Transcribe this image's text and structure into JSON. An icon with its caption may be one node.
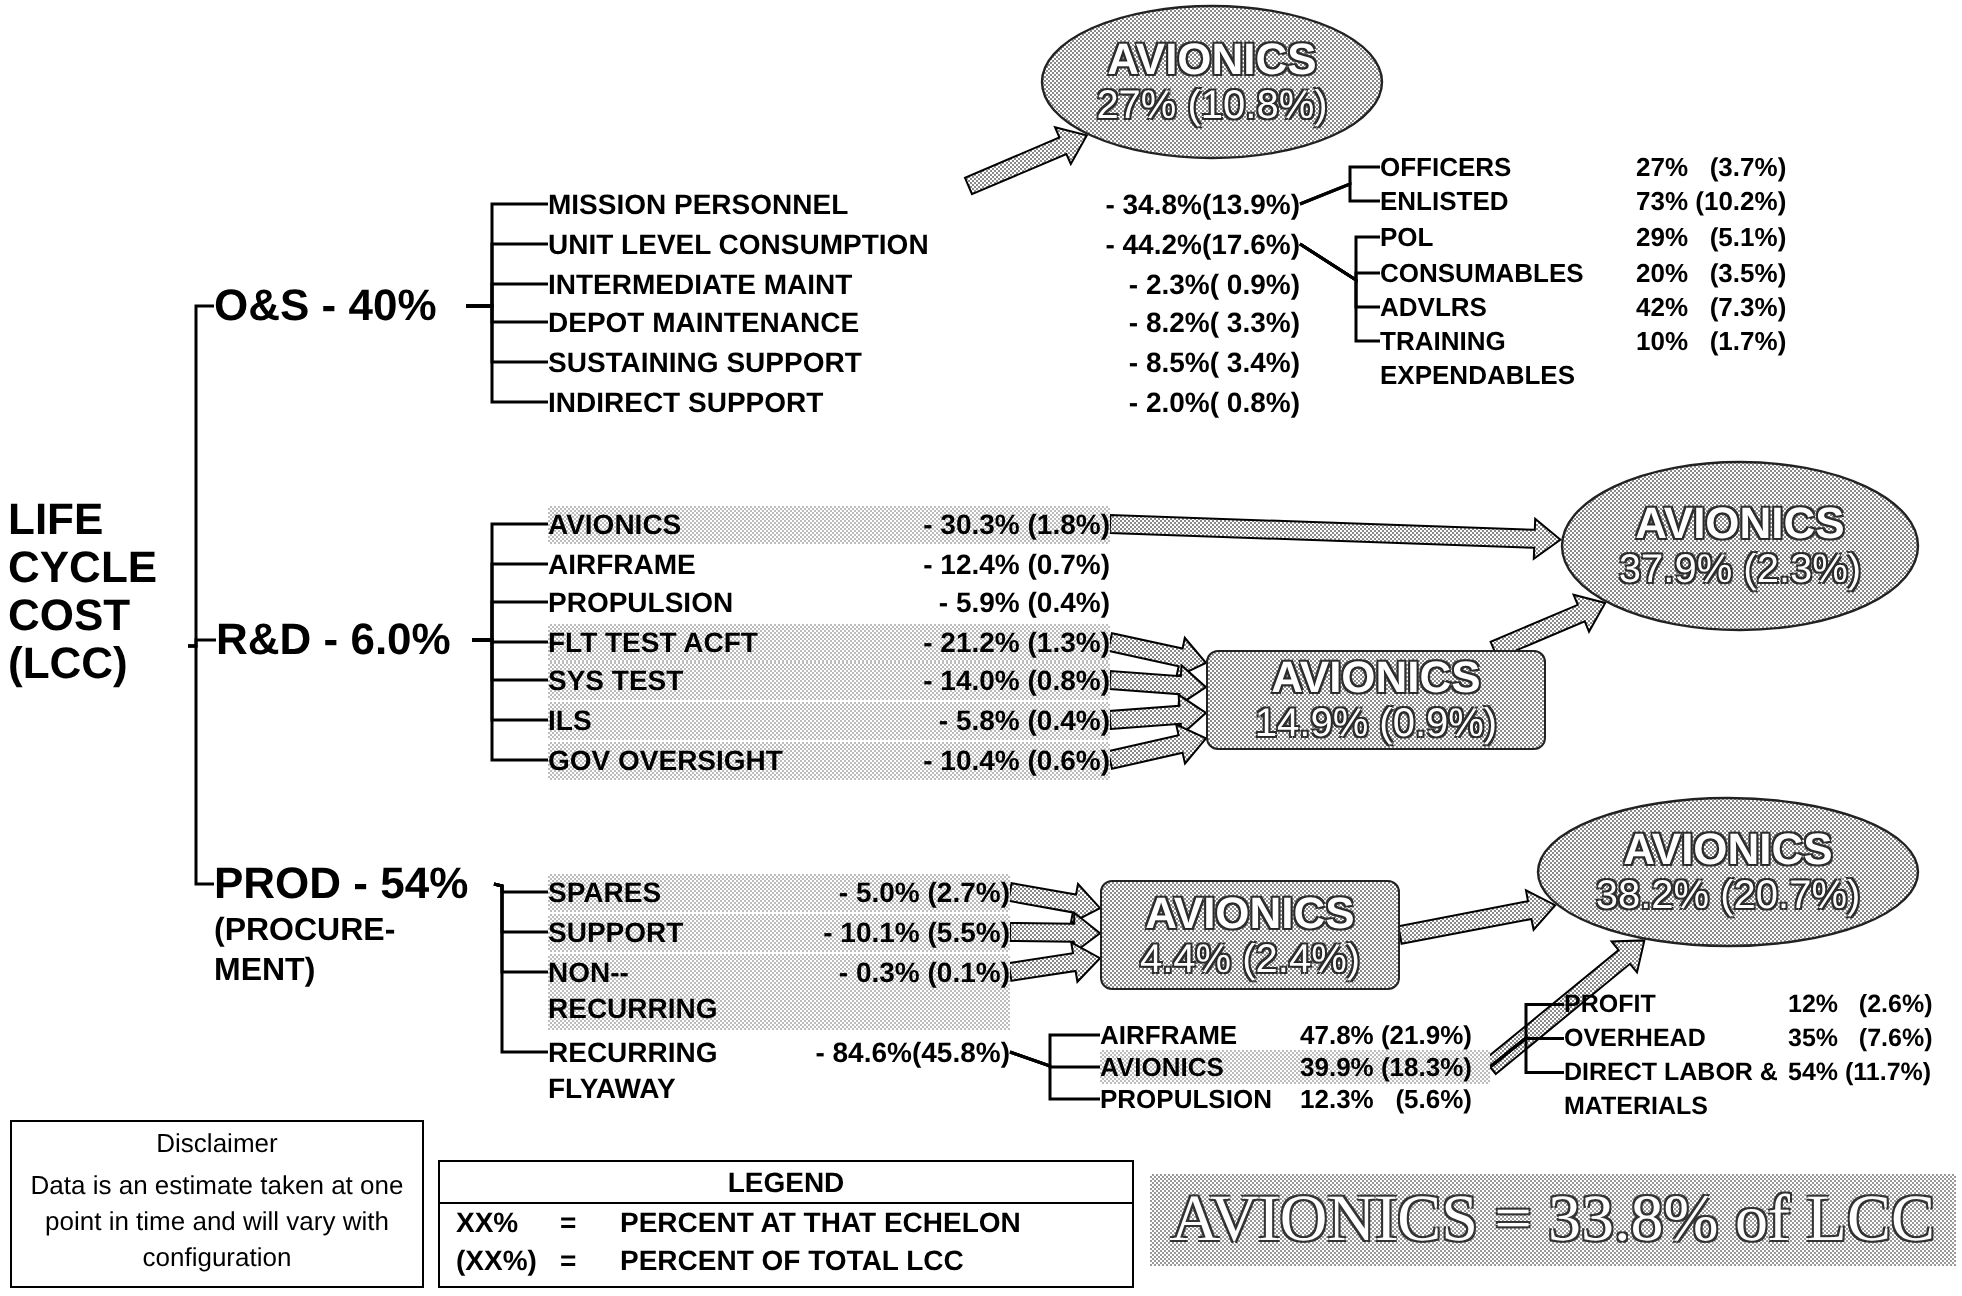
{
  "diagram": {
    "nodes": [
      {
        "text": [
          "LIFE CYCLE COST (LCC)"
        ]
      },
      {
        "text": [
          "O&S - 40%"
        ]
      },
      {
        "text": [
          "R&D - 6.0%"
        ]
      },
      {
        "text": [
          "PROD - 54%",
          "(PROCURE- MENT)"
        ]
      },
      {
        "text": [
          "MISSION PERSONNEL",
          "- 34.8%(13.9%)"
        ]
      },
      {
        "text": [
          "UNIT LEVEL CONSUMPTION",
          "- 44.2%(17.6%)"
        ]
      },
      {
        "text": [
          "INTERMEDIATE MAINT",
          "- 2.3%( 0.9%)"
        ]
      },
      {
        "text": [
          "DEPOT MAINTENANCE",
          "- 8.2%( 3.3%)"
        ]
      },
      {
        "text": [
          "SUSTAINING SUPPORT",
          "- 8.5%( 3.4%)"
        ]
      },
      {
        "text": [
          "INDIRECT SUPPORT",
          "- 2.0%( 0.8%)"
        ]
      },
      {
        "text": [
          "OFFICERS",
          "27%   (3.7%)"
        ]
      },
      {
        "text": [
          "ENLISTED",
          "73% (10.2%)"
        ]
      },
      {
        "text": [
          "POL",
          "29%   (5.1%)"
        ]
      },
      {
        "text": [
          "CONSUMABLES",
          "20%   (3.5%)"
        ]
      },
      {
        "text": [
          "ADVLRS",
          "42%   (7.3%)"
        ]
      },
      {
        "text": [
          "TRAINING EXPENDABLES",
          "10%   (1.7%)"
        ]
      },
      {
        "text": [
          "AVIONICS",
          "27% (10.8%)"
        ]
      },
      {
        "text": [
          "AVIONICS",
          "- 30.3% (1.8%)"
        ]
      },
      {
        "text": [
          "AIRFRAME",
          "- 12.4% (0.7%)"
        ]
      },
      {
        "text": [
          "PROPULSION",
          "- 5.9% (0.4%)"
        ]
      },
      {
        "text": [
          "FLT TEST ACFT",
          "- 21.2% (1.3%)"
        ]
      },
      {
        "text": [
          "SYS TEST",
          "- 14.0% (0.8%)"
        ]
      },
      {
        "text": [
          "ILS",
          "- 5.8% (0.4%)"
        ]
      },
      {
        "text": [
          "GOV OVERSIGHT",
          "- 10.4% (0.6%)"
        ]
      },
      {
        "text": [
          "AVIONICS",
          "14.9% (0.9%)"
        ]
      },
      {
        "text": [
          "AVIONICS",
          "37.9% (2.3%)"
        ]
      },
      {
        "text": [
          "SPARES",
          "- 5.0% (2.7%)"
        ]
      },
      {
        "text": [
          "SUPPORT",
          "- 10.1% (5.5%)"
        ]
      },
      {
        "text": [
          "NON-- RECURRING",
          "- 0.3% (0.1%)"
        ]
      },
      {
        "text": [
          "RECURRING FLYAWAY",
          "- 84.6%(45.8%)"
        ]
      },
      {
        "text": [
          "AVIONICS",
          "4.4% (2.4%)"
        ]
      },
      {
        "text": [
          "AVIONICS",
          "38.2% (20.7%)"
        ]
      },
      {
        "text": [
          "AIRFRAME",
          "47.8% (21.9%)"
        ]
      },
      {
        "text": [
          "AVIONICS",
          "39.9% (18.3%)"
        ]
      },
      {
        "text": [
          "PROPULSION",
          "12.3%   (5.6%)"
        ]
      },
      {
        "text": [
          "PROFIT",
          "12%   (2.6%)"
        ]
      },
      {
        "text": [
          "OVERHEAD",
          "35%   (7.6%)"
        ]
      },
      {
        "text": [
          "DIRECT LABOR & MATERIALS",
          "54% (11.7%)"
        ]
      },
      {
        "text": [
          "Disclaimer",
          "Data is an estimate taken at one point in time and will vary with configuration"
        ]
      },
      {
        "text": [
          "LEGEND",
          "XX%",
          "=",
          "PERCENT AT THAT ECHELON",
          "(XX%)",
          "=",
          "PERCENT OF TOTAL LCC"
        ]
      },
      {
        "text": [
          "AVIONICS = 33.8% of LCC"
        ]
      }
    ],
    "edges": [
      {
        "from": 0,
        "to": 1,
        "arrow": "none"
      },
      {
        "from": 0,
        "to": 2,
        "arrow": "none"
      },
      {
        "from": 0,
        "to": 3,
        "arrow": "none"
      },
      {
        "from": 1,
        "to": 4,
        "arrow": "none"
      },
      {
        "from": 1,
        "to": 5,
        "arrow": "none"
      },
      {
        "from": 1,
        "to": 6,
        "arrow": "none"
      },
      {
        "from": 1,
        "to": 7,
        "arrow": "none"
      },
      {
        "from": 1,
        "to": 8,
        "arrow": "none"
      },
      {
        "from": 1,
        "to": 9,
        "arrow": "none"
      },
      {
        "from": 2,
        "to": 17,
        "arrow": "none"
      },
      {
        "from": 2,
        "to": 18,
        "arrow": "none"
      },
      {
        "from": 2,
        "to": 19,
        "arrow": "none"
      },
      {
        "from": 2,
        "to": 20,
        "arrow": "none"
      },
      {
        "from": 2,
        "to": 21,
        "arrow": "none"
      },
      {
        "from": 2,
        "to": 22,
        "arrow": "none"
      },
      {
        "from": 2,
        "to": 23,
        "arrow": "none"
      },
      {
        "from": 3,
        "to": 26,
        "arrow": "none"
      },
      {
        "from": 3,
        "to": 27,
        "arrow": "none"
      },
      {
        "from": 3,
        "to": 28,
        "arrow": "none"
      },
      {
        "from": 3,
        "to": 29,
        "arrow": "none"
      },
      {
        "from": 4,
        "to": 10,
        "arrow": "none"
      },
      {
        "from": 4,
        "to": 11,
        "arrow": "none"
      },
      {
        "from": 5,
        "to": 12,
        "arrow": "none"
      },
      {
        "from": 5,
        "to": 13,
        "arrow": "none"
      },
      {
        "from": 5,
        "to": 14,
        "arrow": "none"
      },
      {
        "from": 5,
        "to": 15,
        "arrow": "none"
      },
      {
        "from": 4,
        "to": 16,
        "arrow": "to",
        "style": "thick"
      },
      {
        "from": 17,
        "to": 25,
        "arrow": "to",
        "style": "thick"
      },
      {
        "from": 20,
        "to": 24,
        "arrow": "to",
        "style": "thick"
      },
      {
        "from": 21,
        "to": 24,
        "arrow": "to",
        "style": "thick"
      },
      {
        "from": 22,
        "to": 24,
        "arrow": "to",
        "style": "thick"
      },
      {
        "from": 23,
        "to": 24,
        "arrow": "to",
        "style": "thick"
      },
      {
        "from": 24,
        "to": 25,
        "arrow": "to",
        "style": "thick"
      },
      {
        "from": 26,
        "to": 30,
        "arrow": "to",
        "style": "thick"
      },
      {
        "from": 27,
        "to": 30,
        "arrow": "to",
        "style": "thick"
      },
      {
        "from": 28,
        "to": 30,
        "arrow": "to",
        "style": "thick"
      },
      {
        "from": 30,
        "to": 31,
        "arrow": "to",
        "style": "thick"
      },
      {
        "from": 29,
        "to": 32,
        "arrow": "none"
      },
      {
        "from": 29,
        "to": 33,
        "arrow": "none"
      },
      {
        "from": 29,
        "to": 34,
        "arrow": "none"
      },
      {
        "from": 33,
        "to": 31,
        "arrow": "to",
        "style": "thick"
      },
      {
        "from": 33,
        "to": 35,
        "arrow": "none"
      },
      {
        "from": 33,
        "to": 36,
        "arrow": "none"
      },
      {
        "from": 33,
        "to": 37,
        "arrow": "none"
      }
    ]
  }
}
